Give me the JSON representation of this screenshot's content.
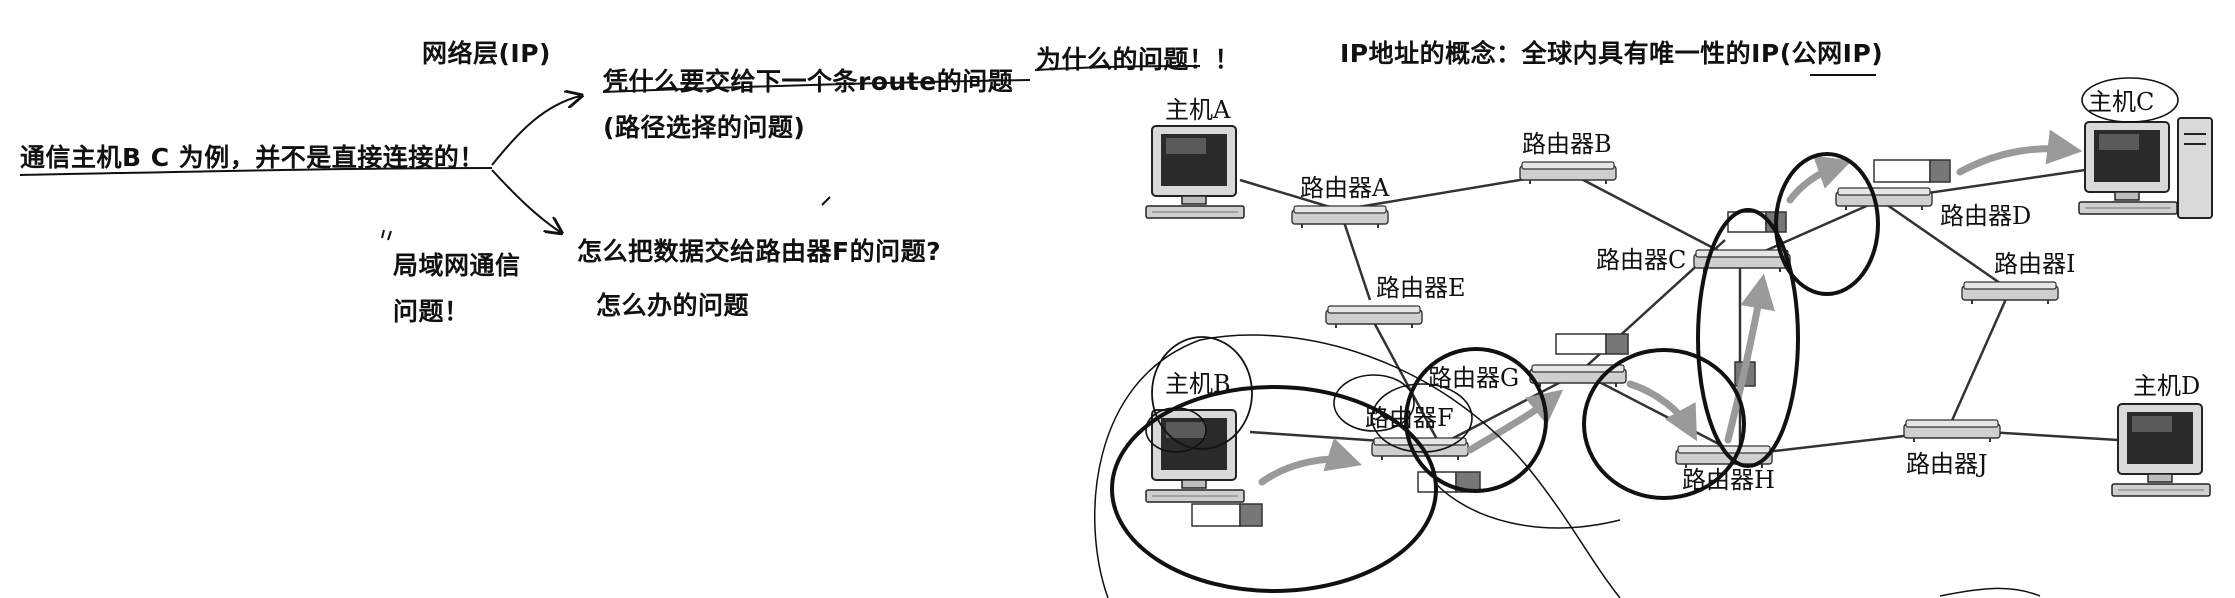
{
  "left_notes": {
    "network_layer": "网络层(IP)",
    "why_next_route": "凭什么要交给下一个条route的问题",
    "path_selection": "(路径选择的问题)",
    "example": "通信主机B C 为例，并不是直接连接的！",
    "lan_line1": "局域网通信",
    "lan_line2": "问题！",
    "how_to_router_f": "怎么把数据交给路由器F的问题?",
    "how_to_do": "怎么办的问题",
    "why_question": "为什么的问题！！",
    "ip_concept": "IP地址的概念：全球内具有唯一性的IP(公网IP)"
  },
  "hosts": {
    "a": "主机A",
    "b": "主机B",
    "c": "主机C",
    "d": "主机D"
  },
  "routers": {
    "a": "路由器A",
    "b": "路由器B",
    "c": "路由器C",
    "d": "路由器D",
    "e": "路由器E",
    "f": "路由器F",
    "g": "路由器G",
    "h": "路由器H",
    "i": "路由器I",
    "j": "路由器J"
  },
  "colors": {
    "ink": "#111111",
    "device": "#bdbdbd",
    "device_dark": "#555555",
    "screen": "#2a2a2a",
    "flow_arrow": "#9a9a9a",
    "packet_tag": "#777777"
  }
}
